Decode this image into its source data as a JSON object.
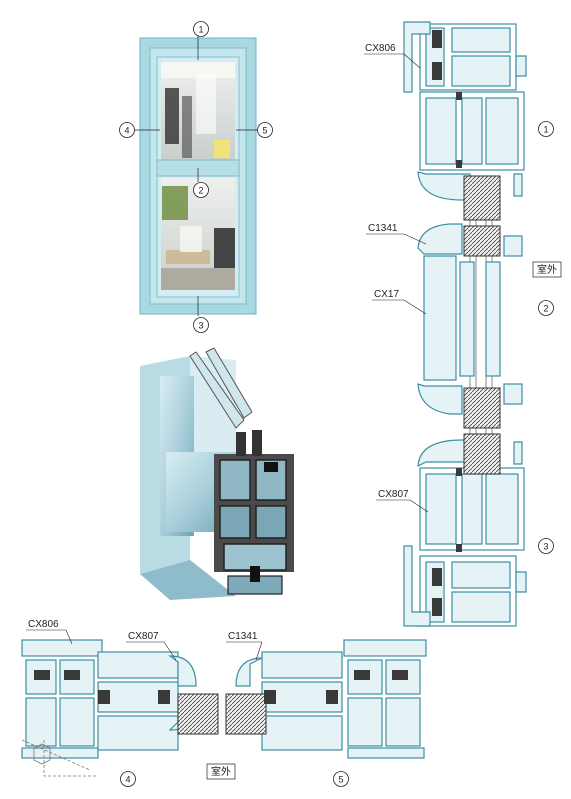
{
  "window_diagram": {
    "callouts": [
      "1",
      "2",
      "3",
      "4",
      "5"
    ]
  },
  "vertical_section": {
    "profiles": [
      "CX806",
      "C1341",
      "CX17",
      "CX807"
    ],
    "positions": [
      "1",
      "2",
      "3"
    ],
    "exterior_label": "室外"
  },
  "horizontal_section": {
    "profiles": [
      "CX806",
      "CX807",
      "C1341"
    ],
    "positions": [
      "4",
      "5"
    ],
    "exterior_label": "室外"
  },
  "colors": {
    "profile_fill": "#e6f3f6",
    "profile_stroke": "#3b8fa3",
    "frame_light": "#a8d8e2",
    "glass": "#dfe9ec",
    "gasket": "#3a3a3a"
  }
}
